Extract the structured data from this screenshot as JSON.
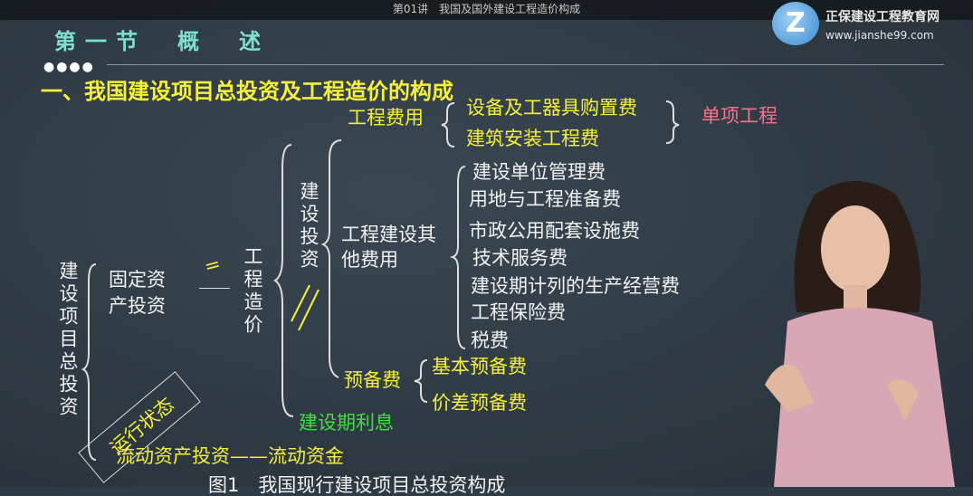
{
  "window": {
    "title": "第01讲　我国及国外建设工程造价构成"
  },
  "logo": {
    "brand": "正保建设工程教育网",
    "url": "www.jianshe99.com",
    "mark": "Z"
  },
  "slide": {
    "section": "第一节　概　述",
    "bullets": "●●●●",
    "heading": "一、我国建设项目总投资及工程造价的构成",
    "root": "建设项目总投资",
    "fixed_assets": "固定资产投资",
    "equals_mark": "=",
    "cost": "工程造价",
    "construction_investment": "建设投资",
    "engineering_cost": "工程费用",
    "equipment": "设备及工器具购置费",
    "installation": "建筑安装工程费",
    "single_project": "单项工程",
    "other_costs": "工程建设其他费用",
    "other_items": [
      "建设单位管理费",
      "用地与工程准备费",
      "市政公用配套设施费",
      "技术服务费",
      "建设期计列的生产经营费",
      "工程保险费",
      "税费"
    ],
    "reserve": "预备费",
    "basic_reserve": "基本预备费",
    "price_reserve": "价差预备费",
    "interest": "建设期利息",
    "operating_state": "运行状态",
    "current_assets": "流动资产投资——流动资金",
    "caption": "图1　我国现行建设项目总投资构成"
  }
}
